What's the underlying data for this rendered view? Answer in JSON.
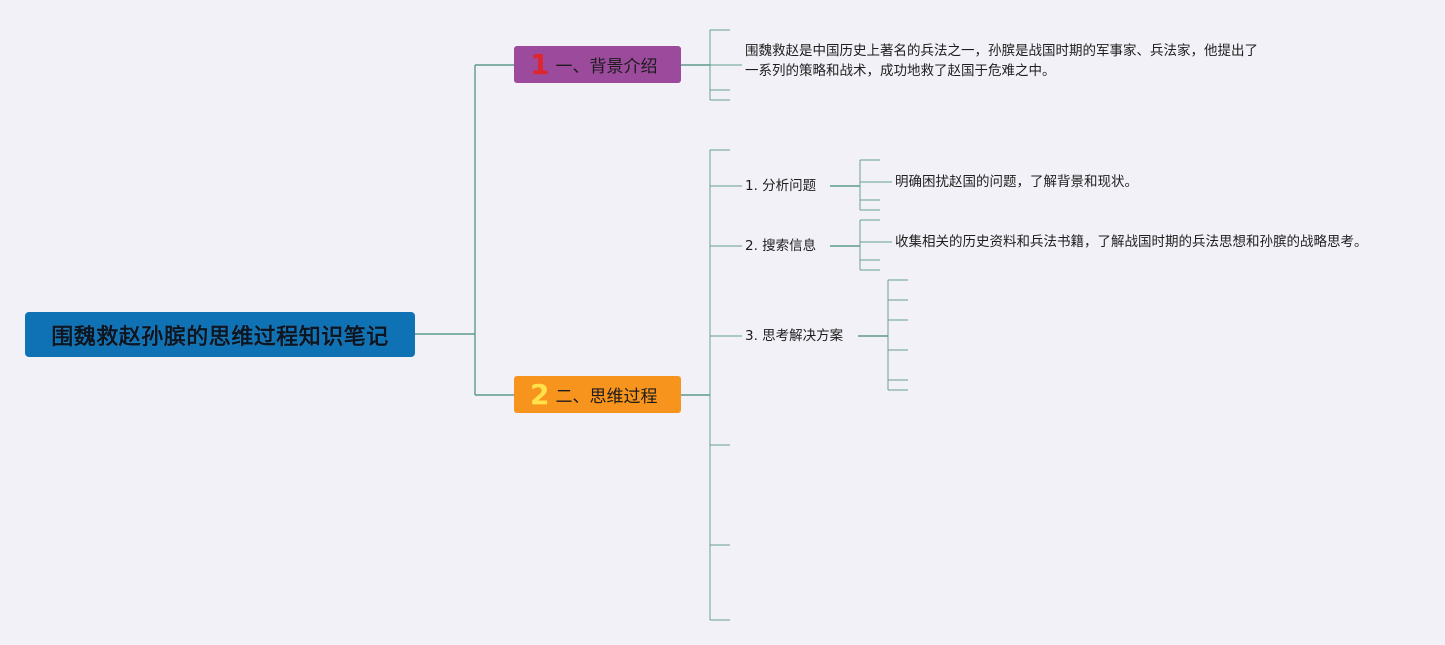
{
  "root": {
    "title": "围魏救赵孙膑的思维过程知识笔记"
  },
  "branches": [
    {
      "number": "1",
      "label": "一、背景介绍",
      "color": "#9b4a9c",
      "description": "围魏救赵是中国历史上著名的兵法之一，孙膑是战国时期的军事家、兵法家，他提出了一系列的策略和战术，成功地救了赵国于危难之中。"
    },
    {
      "number": "2",
      "label": "二、思维过程",
      "color": "#f7941d",
      "children": [
        {
          "label": "1. 分析问题",
          "detail": "明确困扰赵国的问题，了解背景和现状。"
        },
        {
          "label": "2. 搜索信息",
          "detail": "收集相关的历史资料和兵法书籍，了解战国时期的兵法思想和孙膑的战略思考。"
        },
        {
          "label": "3. 思考解决方案",
          "detail": ""
        }
      ]
    }
  ],
  "colors": {
    "connector": "#5e9a8c",
    "root": "#0e72b5",
    "background": "#f2f1f7"
  }
}
